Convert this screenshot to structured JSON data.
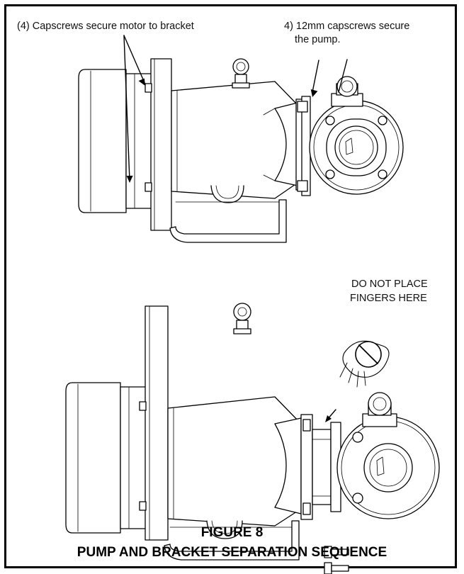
{
  "callouts": {
    "motor_capscrews": "(4) Capscrews secure motor to bracket",
    "pump_capscrews_line1": "4) 12mm capscrews secure",
    "pump_capscrews_line2": "the pump.",
    "warning_line1": "DO NOT PLACE",
    "warning_line2": "FINGERS HERE"
  },
  "caption": {
    "figure": "FIGURE 8",
    "title": "PUMP AND BRACKET SEPARATION SEQUENCE"
  },
  "icons": [
    "no-hand-icon"
  ],
  "colors": {
    "line": "#000000",
    "background": "#ffffff"
  }
}
